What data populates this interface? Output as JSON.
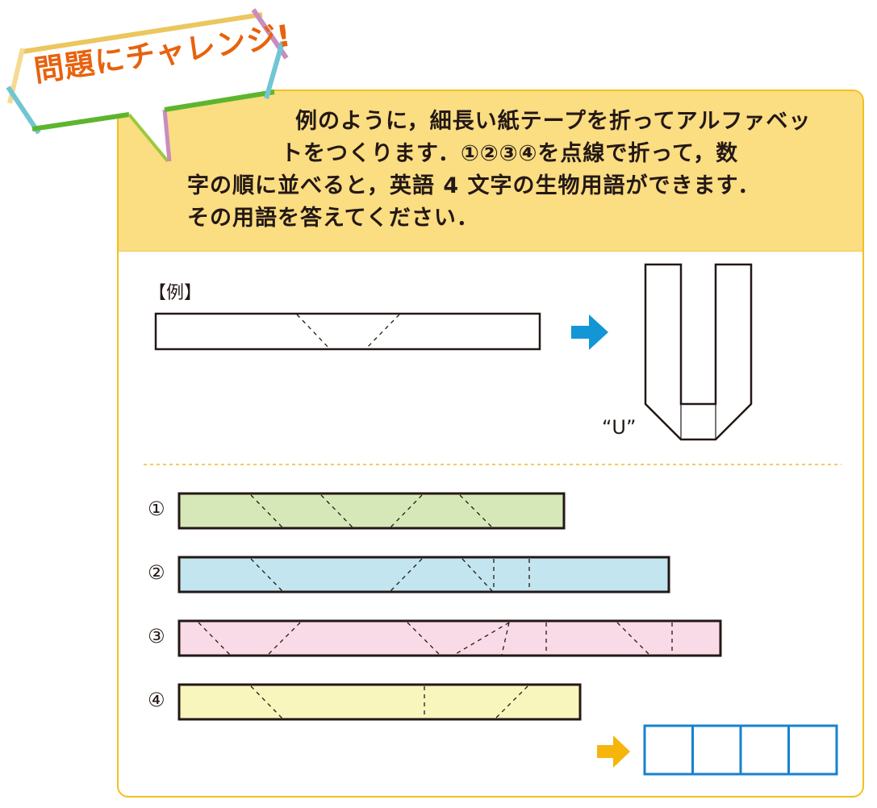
{
  "bubble": {
    "title": "問題にチャレンジ!"
  },
  "question": {
    "lines": [
      "例のように，細長い紙テープを折ってアルファベッ",
      "トをつくります．①②③④を点線で折って，数",
      "字の順に並べると，英語 4 文字の生物用語ができます．",
      "その用語を答えてください．"
    ]
  },
  "example": {
    "label": "【例】",
    "result": "“U”"
  },
  "strips": [
    {
      "label": "①",
      "color": "#d6e8b8"
    },
    {
      "label": "②",
      "color": "#c2e5ef"
    },
    {
      "label": "③",
      "color": "#f8dbe7"
    },
    {
      "label": "④",
      "color": "#f8f5bd"
    }
  ],
  "colors": {
    "arrow_blue": "#1396d6",
    "arrow_yellow": "#f5b50b",
    "answer_box": "#1682cf",
    "title": "#e8620d"
  },
  "answer_boxes": 4
}
